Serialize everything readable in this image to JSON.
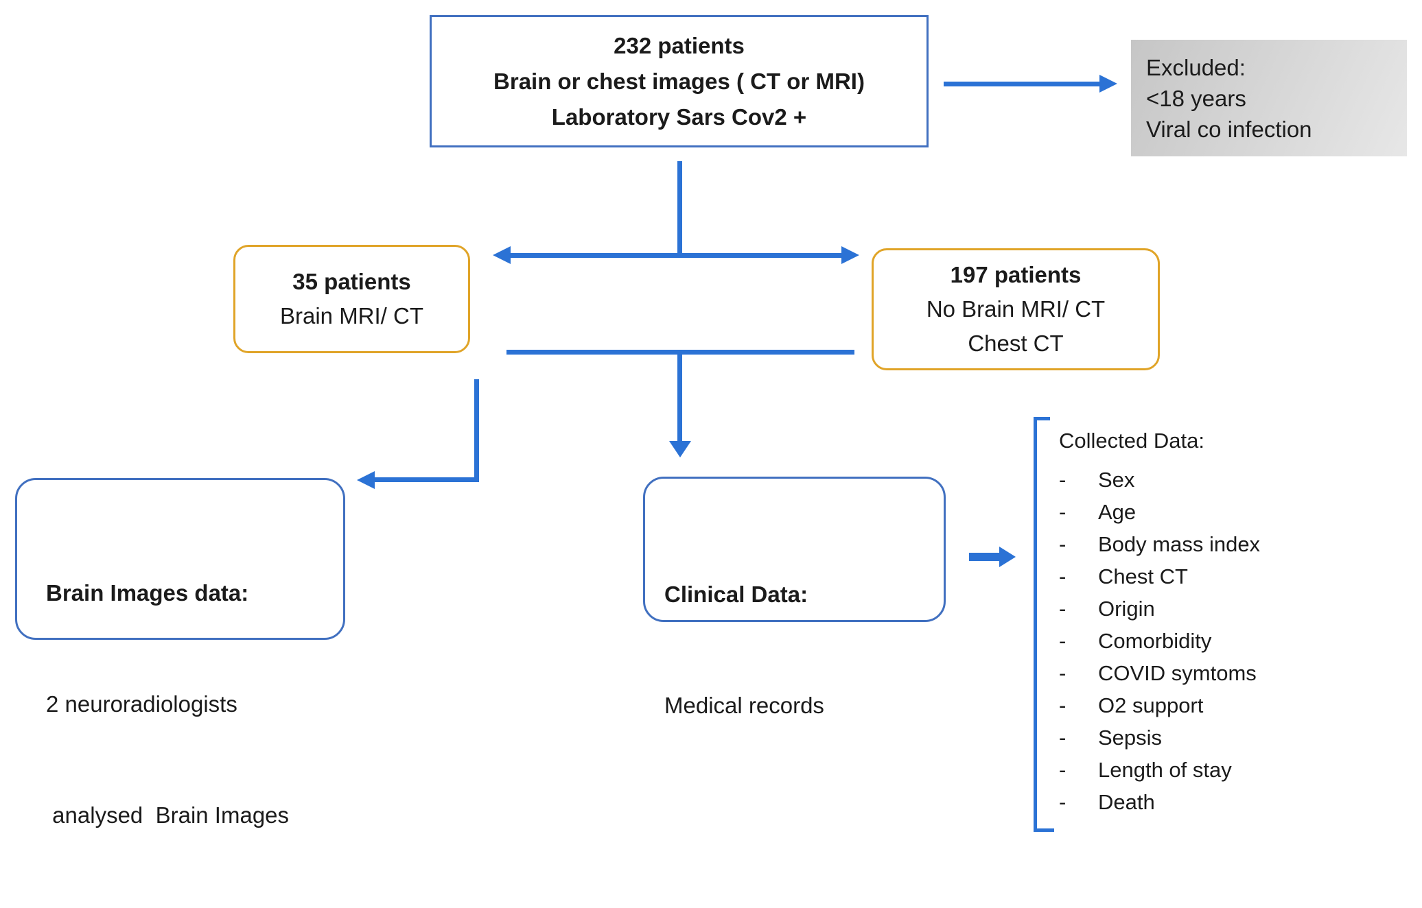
{
  "colors": {
    "arrow_blue": "#2b72d5",
    "box_border_blue": "#4170c0",
    "orange_border": "#e0a428",
    "excluded_bg_from": "#c6c6c6",
    "excluded_bg_to": "#e7e7e7",
    "text": "#1b1b1b"
  },
  "boxes": {
    "top": {
      "lines": [
        "232 patients",
        "Brain or chest images ( CT or MRI)",
        "Laboratory Sars Cov2 +"
      ]
    },
    "excluded": {
      "lines": [
        "Excluded:",
        "<18 years",
        "Viral co infection"
      ]
    },
    "brain_group": {
      "title": "35 patients",
      "lines": [
        "Brain MRI/ CT"
      ]
    },
    "no_brain_group": {
      "title": "197 patients",
      "lines": [
        "No Brain MRI/ CT",
        "Chest CT"
      ]
    },
    "brain_images": {
      "title": "Brain Images data:",
      "lines": [
        "2 neuroradiologists",
        " analysed  Brain Images"
      ]
    },
    "clinical": {
      "title": "Clinical Data:",
      "lines": [
        "Medical records"
      ]
    }
  },
  "collected_data": {
    "title": "Collected Data:",
    "bullet": "-",
    "items": [
      "Sex",
      "Age",
      "Body mass index",
      "Chest CT",
      "Origin",
      "Comorbidity",
      "COVID symtoms",
      "O2 support",
      "Sepsis",
      "Length of stay",
      "Death"
    ]
  }
}
